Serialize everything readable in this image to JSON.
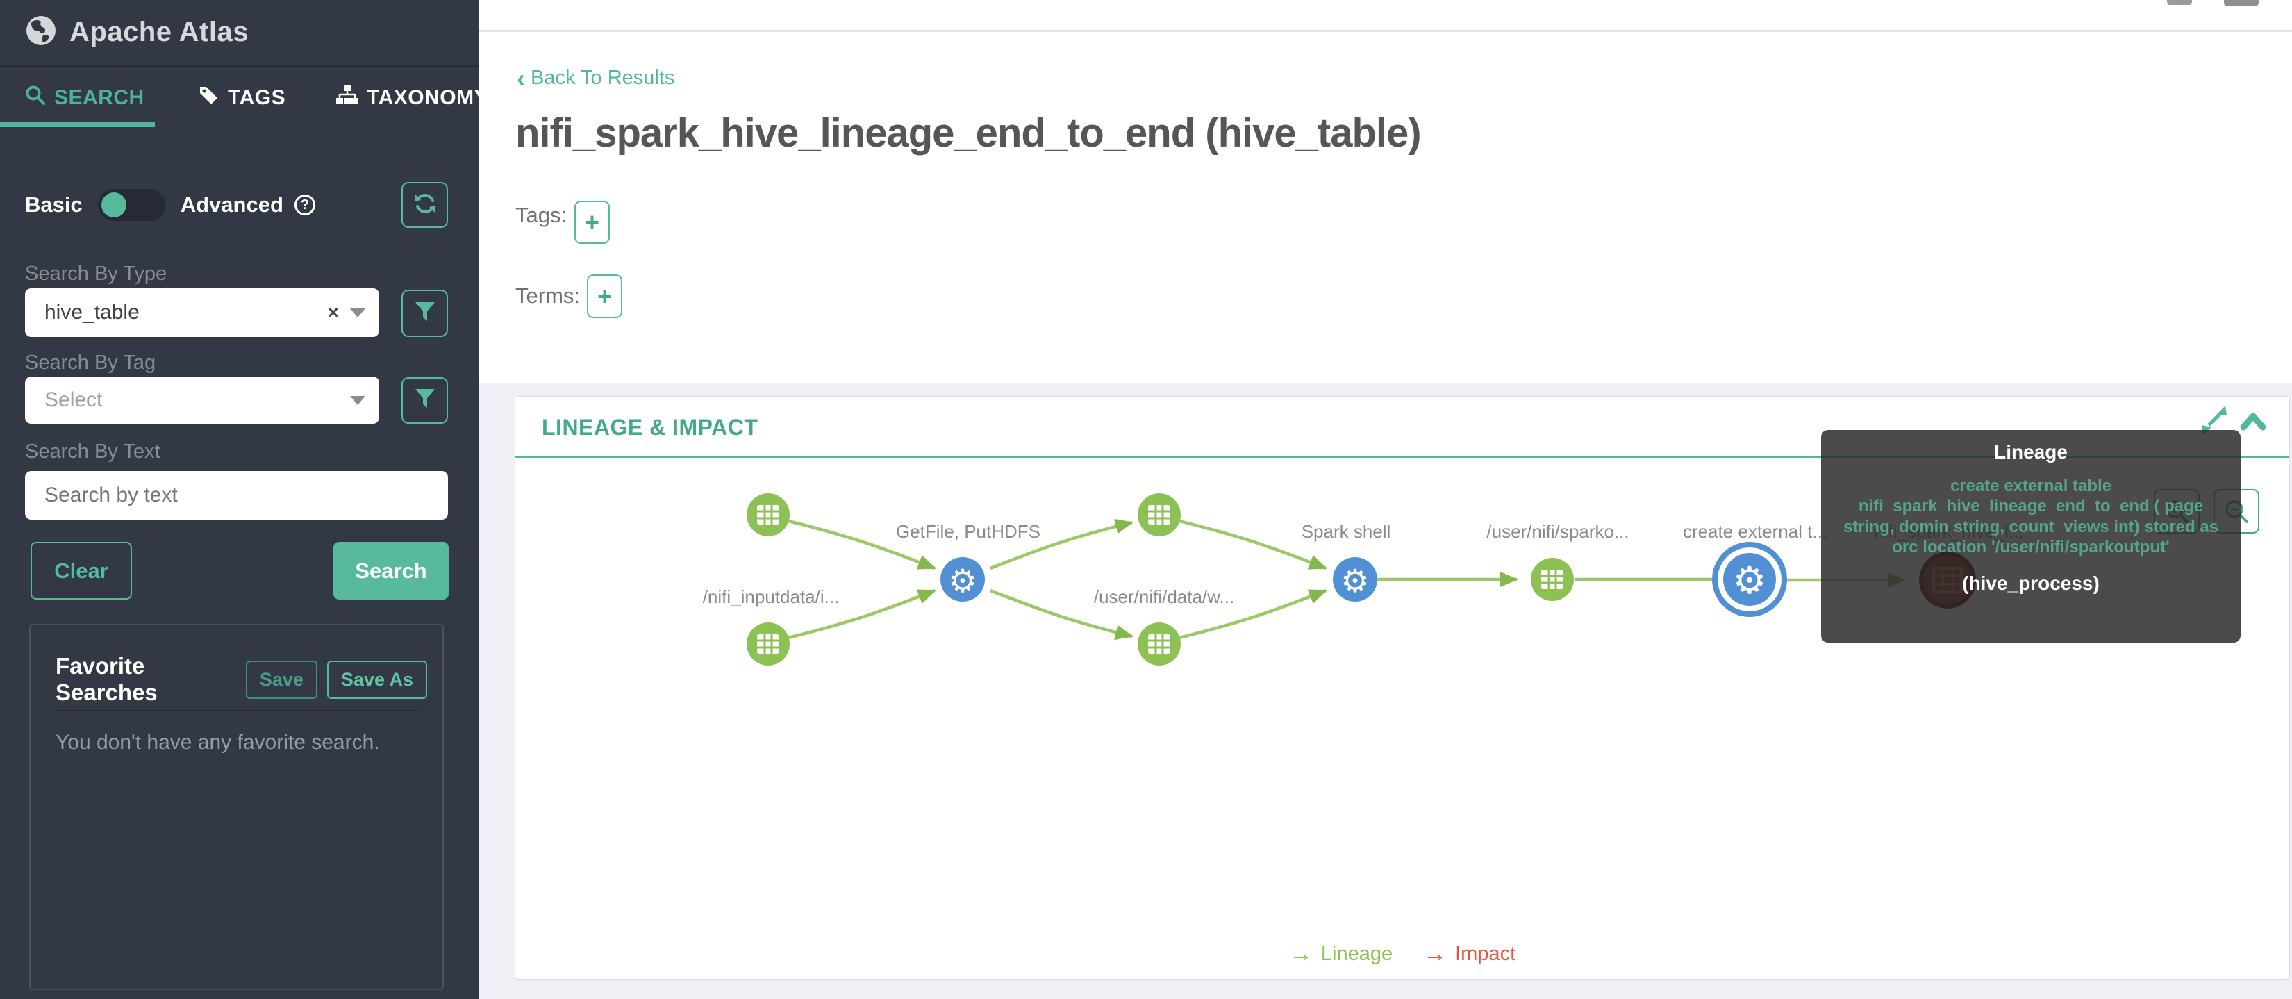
{
  "sidebar": {
    "brand": "Apache Atlas",
    "tabs": [
      {
        "label": "SEARCH",
        "active": true
      },
      {
        "label": "TAGS",
        "active": false
      },
      {
        "label": "TAXONOMY",
        "active": false
      }
    ],
    "toggle": {
      "left": "Basic",
      "right": "Advanced",
      "state": "Basic"
    },
    "fields": {
      "type": {
        "label": "Search By Type",
        "value": "hive_table"
      },
      "tag": {
        "label": "Search By Tag",
        "placeholder": "Select"
      },
      "text": {
        "label": "Search By Text",
        "placeholder": "Search by text"
      }
    },
    "buttons": {
      "clear": "Clear",
      "search": "Search"
    },
    "favorites": {
      "title": "Favorite Searches",
      "save": "Save",
      "save_as": "Save As",
      "empty": "You don't have any favorite search."
    }
  },
  "main": {
    "back_link": "Back To Results",
    "title": "nifi_spark_hive_lineage_end_to_end (hive_table)",
    "tags_label": "Tags:",
    "terms_label": "Terms:",
    "panel_title": "LINEAGE & IMPACT"
  },
  "graph": {
    "labels": {
      "getfile": "GetFile, PutHDFS",
      "input_path": "/nifi_inputdata/i...",
      "data_path": "/user/nifi/data/w...",
      "spark": "Spark shell",
      "sparko": "/user/nifi/sparko...",
      "create": "create external t...",
      "hidden": "nifi_spark_hive_l..."
    },
    "node_types": {
      "dataset": "table-node (green)",
      "process": "gear-node (blue)",
      "current_entity": "table-node (red, under tooltip)"
    }
  },
  "legend": {
    "lineage": "Lineage",
    "impact": "Impact"
  },
  "tooltip": {
    "title": "Lineage",
    "body": "create external table nifi_spark_hive_lineage_end_to_end ( page string, domin string, count_views int) stored as orc location '/user/nifi/sparkoutput'",
    "footer": "(hive_process)"
  },
  "colors": {
    "accent_teal": "#52b79c",
    "sidebar_bg": "#333845",
    "node_green": "#8dc153",
    "node_blue": "#5190d5",
    "node_red": "#8c2a1e",
    "edge_green": "#9cc867",
    "impact_orange": "#e8543a"
  }
}
